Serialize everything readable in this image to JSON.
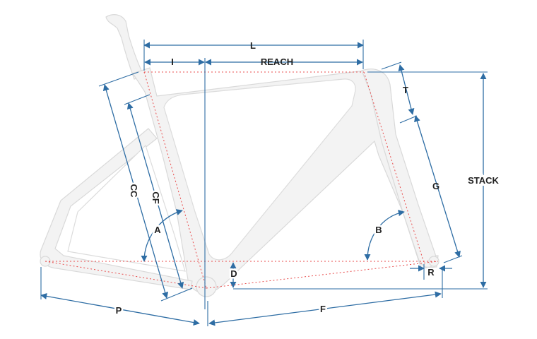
{
  "colors": {
    "dimension": "#2e6da4",
    "reference": "#e84c4c",
    "frame_fill": "#f3f3f3",
    "frame_stroke": "#d9d9d9",
    "label": "#222222"
  },
  "labels": {
    "L": "L",
    "I": "I",
    "REACH": "REACH",
    "T": "T",
    "G": "G",
    "STACK": "STACK",
    "CC": "CC",
    "CF": "CF",
    "A": "A",
    "B": "B",
    "D": "D",
    "R": "R",
    "P": "P",
    "F": "F"
  }
}
